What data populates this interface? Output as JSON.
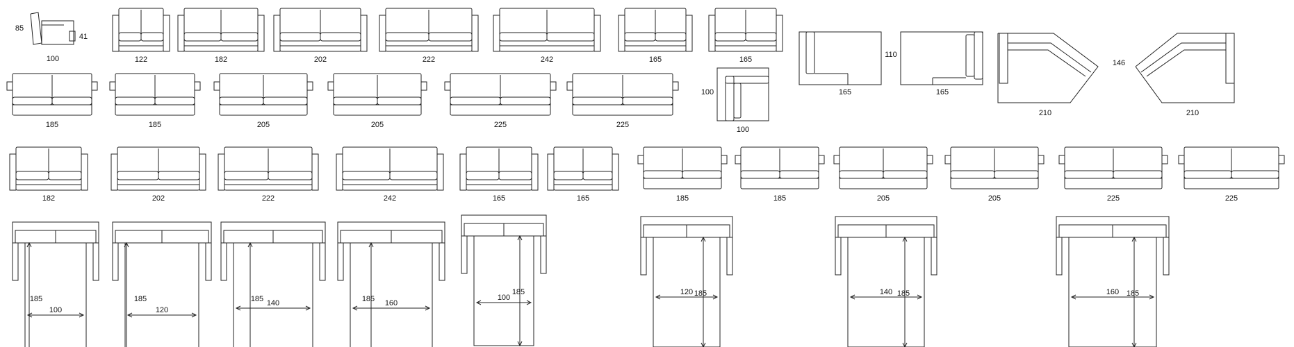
{
  "colors": {
    "line": "#222222",
    "background": "#ffffff"
  },
  "armchair": {
    "height_label": "85",
    "arm_label": "41",
    "width_label": "100"
  },
  "row1": [
    {
      "width_label": "122",
      "style": "a"
    },
    {
      "width_label": "182",
      "style": "a"
    },
    {
      "width_label": "202",
      "style": "a"
    },
    {
      "width_label": "222",
      "style": "a"
    },
    {
      "width_label": "242",
      "style": "a"
    },
    {
      "width_label": "165",
      "style": "a"
    },
    {
      "width_label": "165",
      "style": "a"
    }
  ],
  "row2": [
    {
      "width_label": "185",
      "style": "b"
    },
    {
      "width_label": "185",
      "style": "b"
    },
    {
      "width_label": "205",
      "style": "b"
    },
    {
      "width_label": "205",
      "style": "b"
    },
    {
      "width_label": "225",
      "style": "b"
    },
    {
      "width_label": "225",
      "style": "b"
    }
  ],
  "corner_square": {
    "side_label": "100",
    "width_label": "100"
  },
  "chaise_left": {
    "width_label": "165"
  },
  "chaise_right": {
    "width_label": "165",
    "depth_label": "110"
  },
  "angle_left": {
    "width_label": "210"
  },
  "angle_right": {
    "width_label": "210",
    "depth_label": "146"
  },
  "row3": [
    {
      "width_label": "182",
      "style": "a"
    },
    {
      "width_label": "202",
      "style": "a"
    },
    {
      "width_label": "222",
      "style": "a"
    },
    {
      "width_label": "242",
      "style": "a"
    },
    {
      "width_label": "165",
      "style": "a"
    },
    {
      "width_label": "165",
      "style": "a"
    },
    {
      "width_label": "185",
      "style": "b"
    },
    {
      "width_label": "185",
      "style": "b"
    },
    {
      "width_label": "205",
      "style": "b"
    },
    {
      "width_label": "205",
      "style": "b"
    },
    {
      "width_label": "225",
      "style": "b"
    },
    {
      "width_label": "225",
      "style": "b"
    }
  ],
  "beds": [
    {
      "length_label": "185",
      "width_label": "100"
    },
    {
      "length_label": "185",
      "width_label": "120"
    },
    {
      "length_label": "185",
      "width_label": "140"
    },
    {
      "length_label": "185",
      "width_label": "160"
    },
    {
      "length_label": "185",
      "width_label": "100"
    },
    {
      "length_label": "185",
      "width_label": "120"
    },
    {
      "length_label": "185",
      "width_label": "140"
    },
    {
      "length_label": "185",
      "width_label": "160"
    }
  ]
}
